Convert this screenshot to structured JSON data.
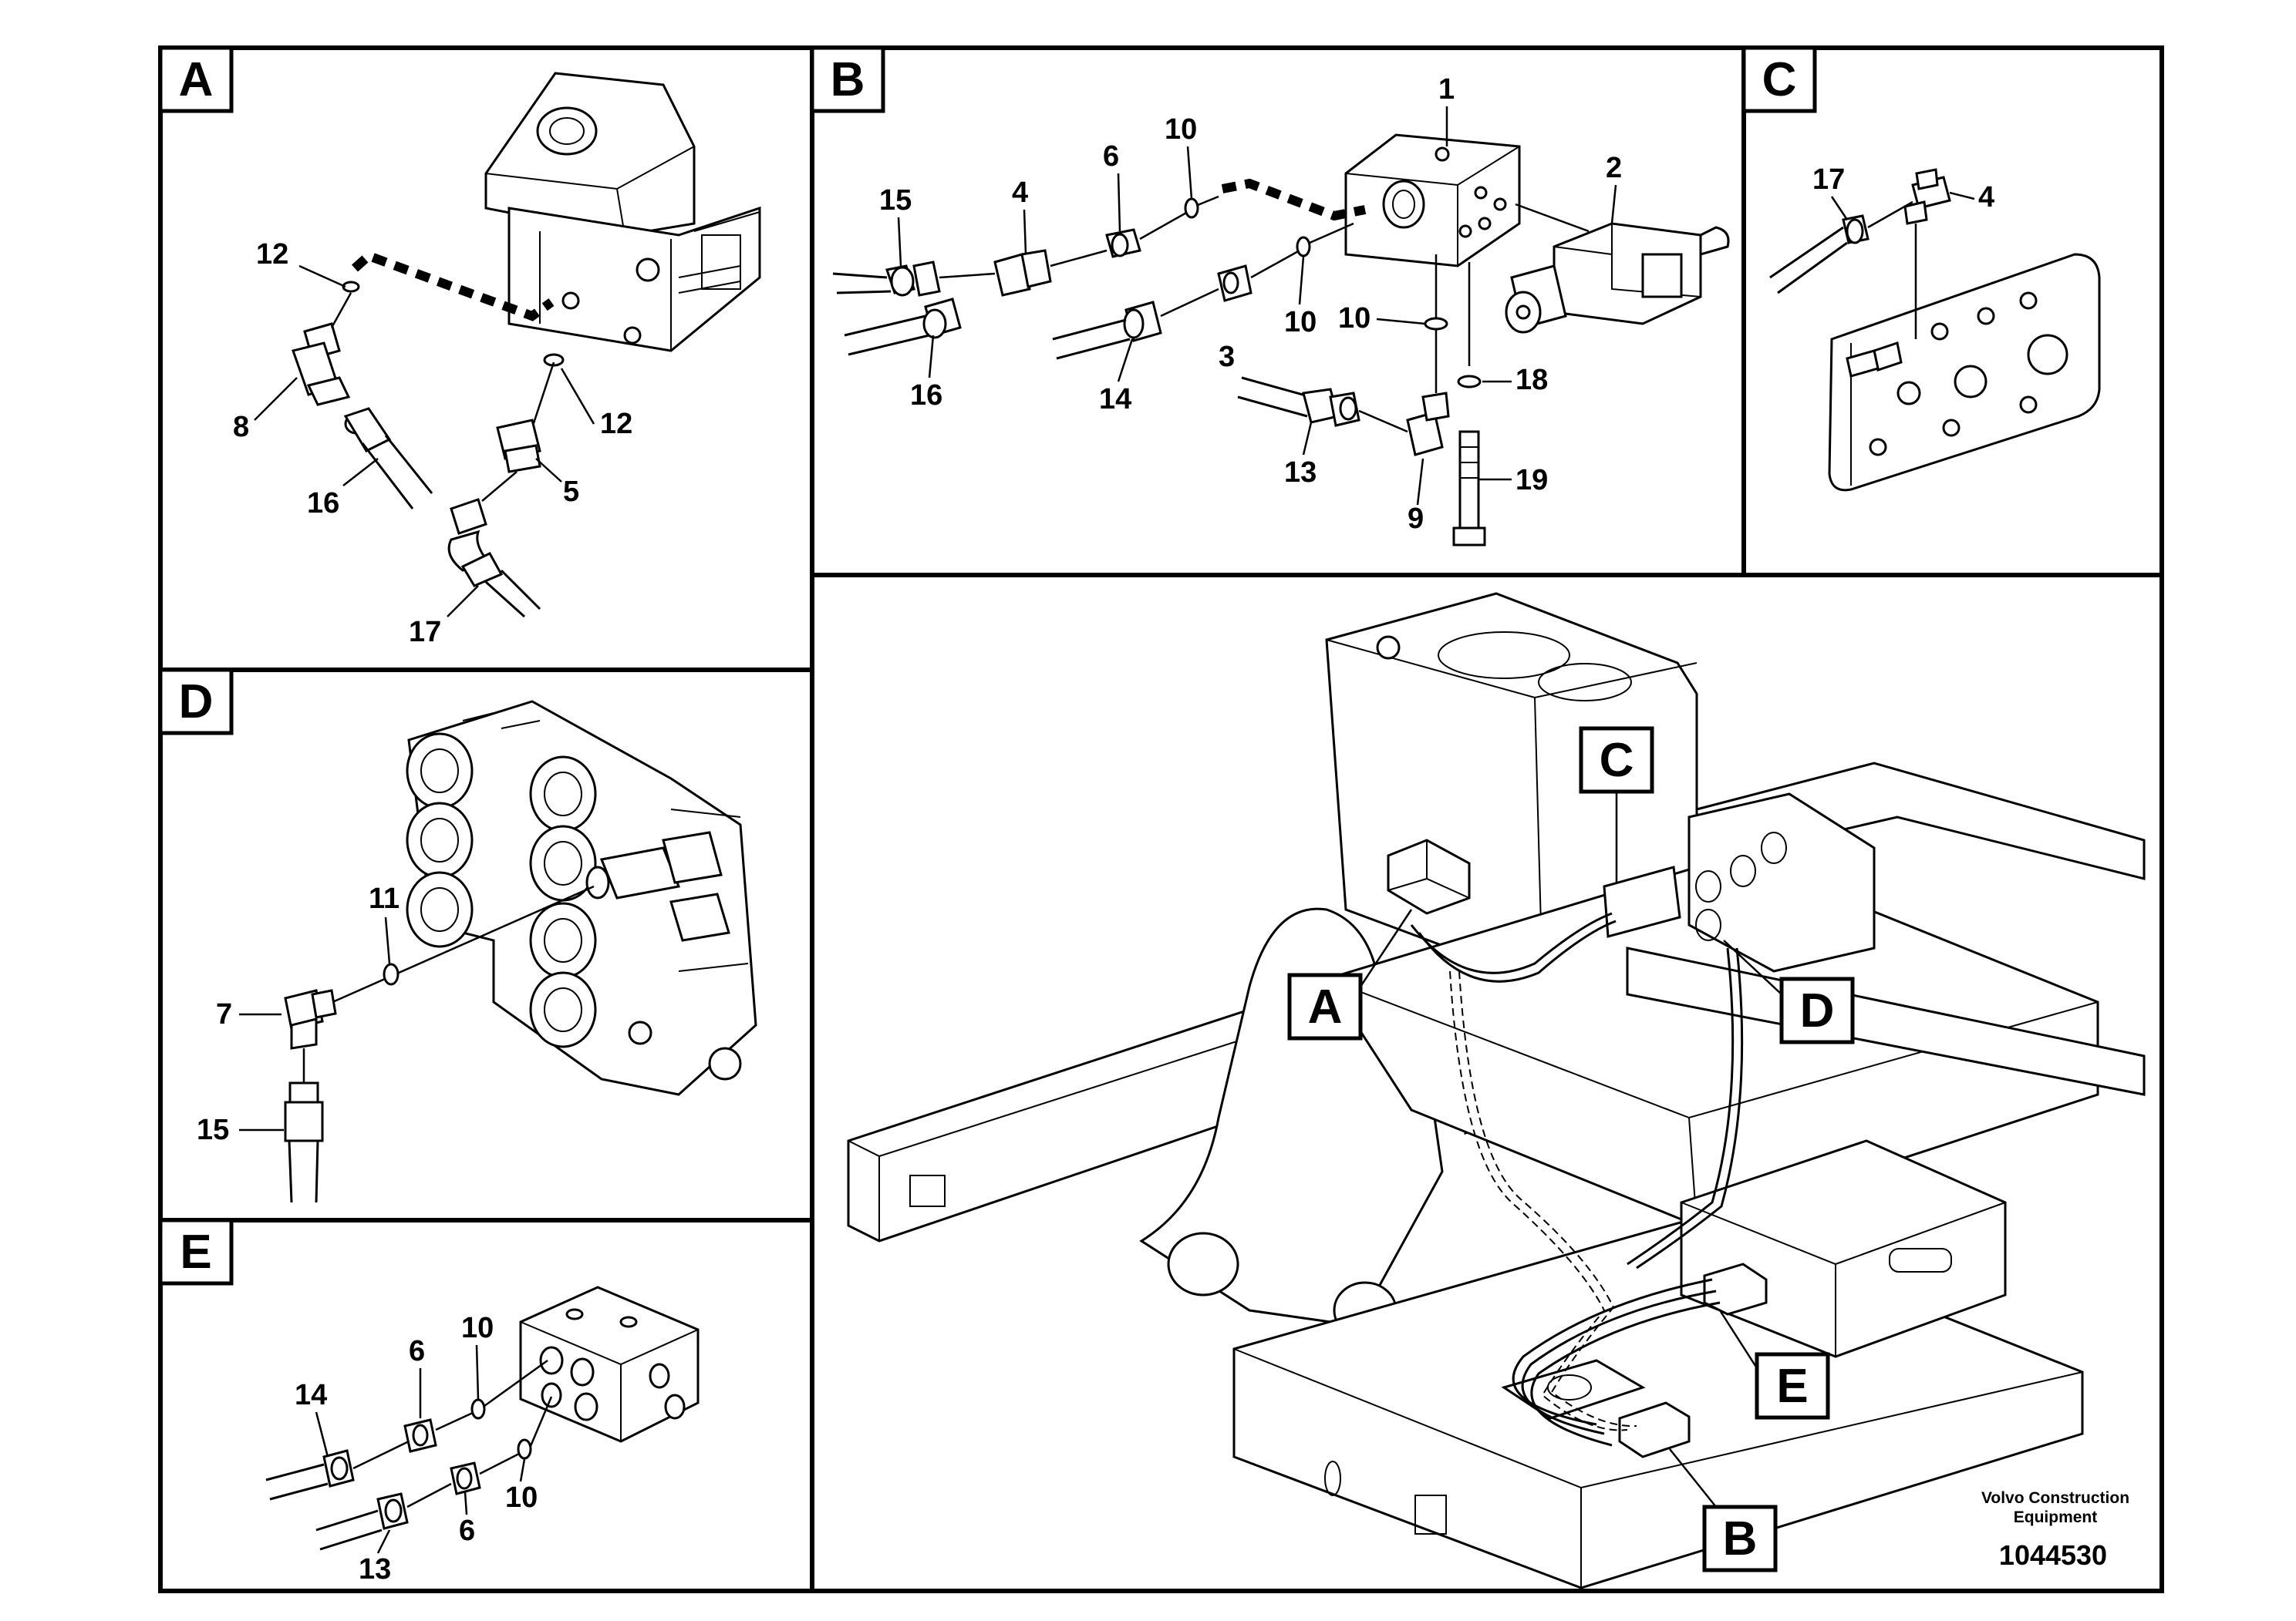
{
  "panels": {
    "A": {
      "tag": "A",
      "labels": [
        "12",
        "8",
        "16",
        "12",
        "5",
        "17"
      ]
    },
    "B": {
      "tag": "B",
      "labels": [
        "1",
        "2",
        "10",
        "6",
        "4",
        "15",
        "16",
        "14",
        "10",
        "10",
        "3",
        "13",
        "9",
        "18",
        "19"
      ]
    },
    "C": {
      "tag": "C",
      "labels": [
        "17",
        "4"
      ]
    },
    "D": {
      "tag": "D",
      "labels": [
        "11",
        "7",
        "15"
      ]
    },
    "E": {
      "tag": "E",
      "labels": [
        "6",
        "10",
        "14",
        "6",
        "10",
        "13"
      ]
    }
  },
  "overview": {
    "callouts": [
      "C",
      "A",
      "D",
      "E",
      "B"
    ]
  },
  "footer": {
    "brand_line1": "Volvo Construction",
    "brand_line2": "Equipment",
    "doc_number": "1044530"
  }
}
